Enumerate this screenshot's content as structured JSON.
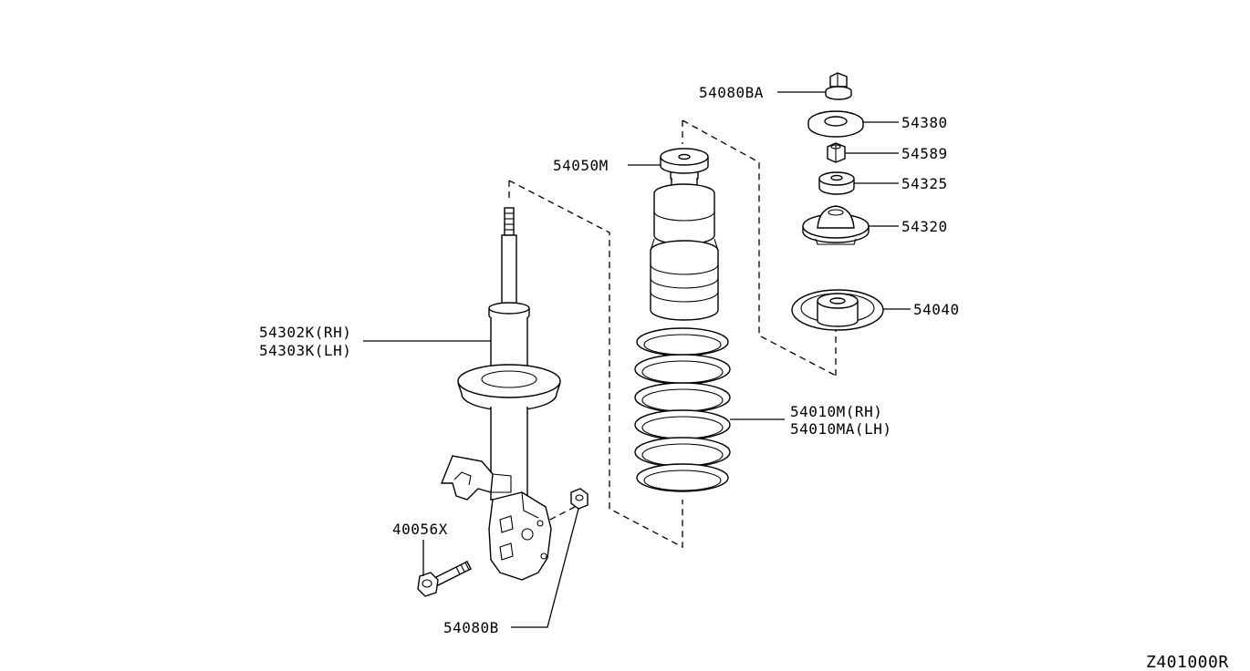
{
  "diagram": {
    "code": "Z401000R",
    "labels": {
      "nut_top": "54080BA",
      "washer_top": "54380",
      "nut_small": "54589",
      "bushing": "54325",
      "mount_insulator": "54320",
      "mount_seat": "54040",
      "bound_bumper": "54050M",
      "strut_rh": "54302K(RH)",
      "strut_lh": "54303K(LH)",
      "spring_rh": "54010M(RH)",
      "spring_lh": "54010MA(LH)",
      "bolt": "40056X",
      "nut_lower": "54080B"
    }
  }
}
